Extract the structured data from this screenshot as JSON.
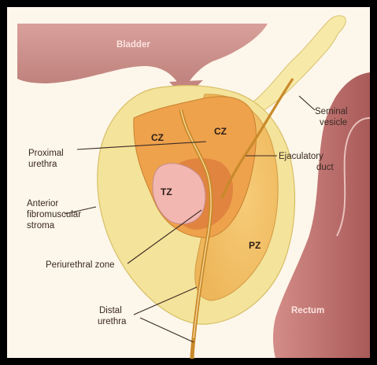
{
  "labels": {
    "bladder": "Bladder",
    "seminal_vesicle_1": "Seminal",
    "seminal_vesicle_2": "vesicle",
    "cz_left": "CZ",
    "cz_right": "CZ",
    "proximal_urethra_1": "Proximal",
    "proximal_urethra_2": "urethra",
    "ejaculatory_duct_1": "Ejaculatory",
    "ejaculatory_duct_2": "duct",
    "anterior_1": "Anterior",
    "anterior_2": "fibromuscular",
    "anterior_3": "stroma",
    "tz": "TZ",
    "pz": "PZ",
    "periurethral_zone": "Periurethral zone",
    "distal_urethra_1": "Distal",
    "distal_urethra_2": "urethra",
    "rectum": "Rectum"
  },
  "colors": {
    "frame": "#111111",
    "background": "#fdf6ea",
    "bladder": "#c98a86",
    "rectum": "#b86b6a",
    "stroma": "#f4e39a",
    "peripheral_zone": "#f3c46a",
    "central_zone": "#eea24c",
    "periurethral": "#e0843f",
    "transition_zone": "#f3b7b2",
    "urethra": "#c98a2a",
    "seminal_vesicle": "#f7eaa8"
  }
}
